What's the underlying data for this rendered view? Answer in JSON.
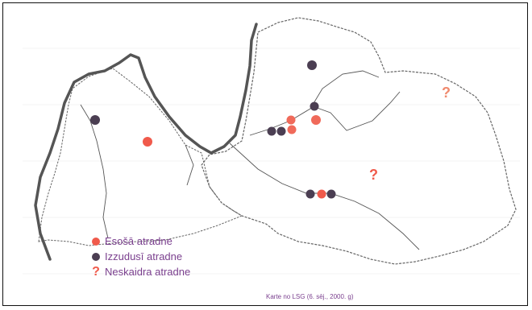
{
  "legend": {
    "items": [
      {
        "label": "Esošā atradne",
        "symbol": "filled-circle",
        "color": "#f05a4b"
      },
      {
        "label": "Izzudusī atradne",
        "symbol": "filled-circle",
        "color": "#4b3e52"
      },
      {
        "label": "Neskaidra atradne",
        "symbol": "question-mark",
        "glyph": "?",
        "color": "#f08a6e"
      }
    ]
  },
  "credit": "Karte no LSG (6. sēj., 2000. g)",
  "colors": {
    "existing": "#f05a4b",
    "disappeared": "#4b3e52",
    "unclear": "#f08a6e",
    "text": "#7a3f8e",
    "border_thick": "#555555",
    "border_thin": "#666666"
  },
  "markers_glyph": "?"
}
